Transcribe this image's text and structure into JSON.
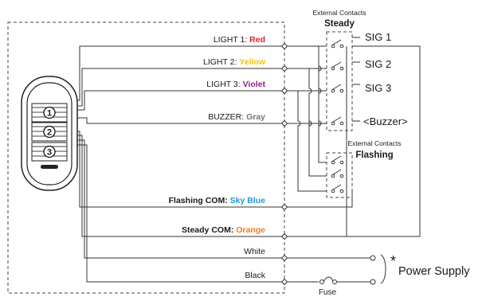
{
  "wires": [
    {
      "name": "LIGHT 1: ",
      "color": "Red",
      "hex": "#e0202e"
    },
    {
      "name": "LIGHT 2: ",
      "color": "Yellow",
      "hex": "#f2c200"
    },
    {
      "name": "LIGHT 3: ",
      "color": "Violet",
      "hex": "#8a1f8a"
    },
    {
      "name": "BUZZER: ",
      "color": "Gray",
      "hex": "#777777"
    },
    {
      "name": "Flashing COM: ",
      "color": "Sky Blue",
      "hex": "#1a9ad6"
    },
    {
      "name": "Steady COM: ",
      "color": "Orange",
      "hex": "#f07b1f"
    },
    {
      "name": "White",
      "color": "",
      "hex": "#1a1a1a"
    },
    {
      "name": "Black",
      "color": "",
      "hex": "#1a1a1a"
    }
  ],
  "steady_box": {
    "caption": "External Contacts",
    "title": "Steady"
  },
  "flashing_box": {
    "caption": "External Contacts",
    "title": "Flashing"
  },
  "signals": [
    "SIG 1",
    "SIG 2",
    "SIG 3",
    "<Buzzer>"
  ],
  "unit_buttons": [
    "1",
    "2",
    "3"
  ],
  "power": {
    "asterisk": "*",
    "label": "Power Supply"
  },
  "fuse_label": "Fuse"
}
